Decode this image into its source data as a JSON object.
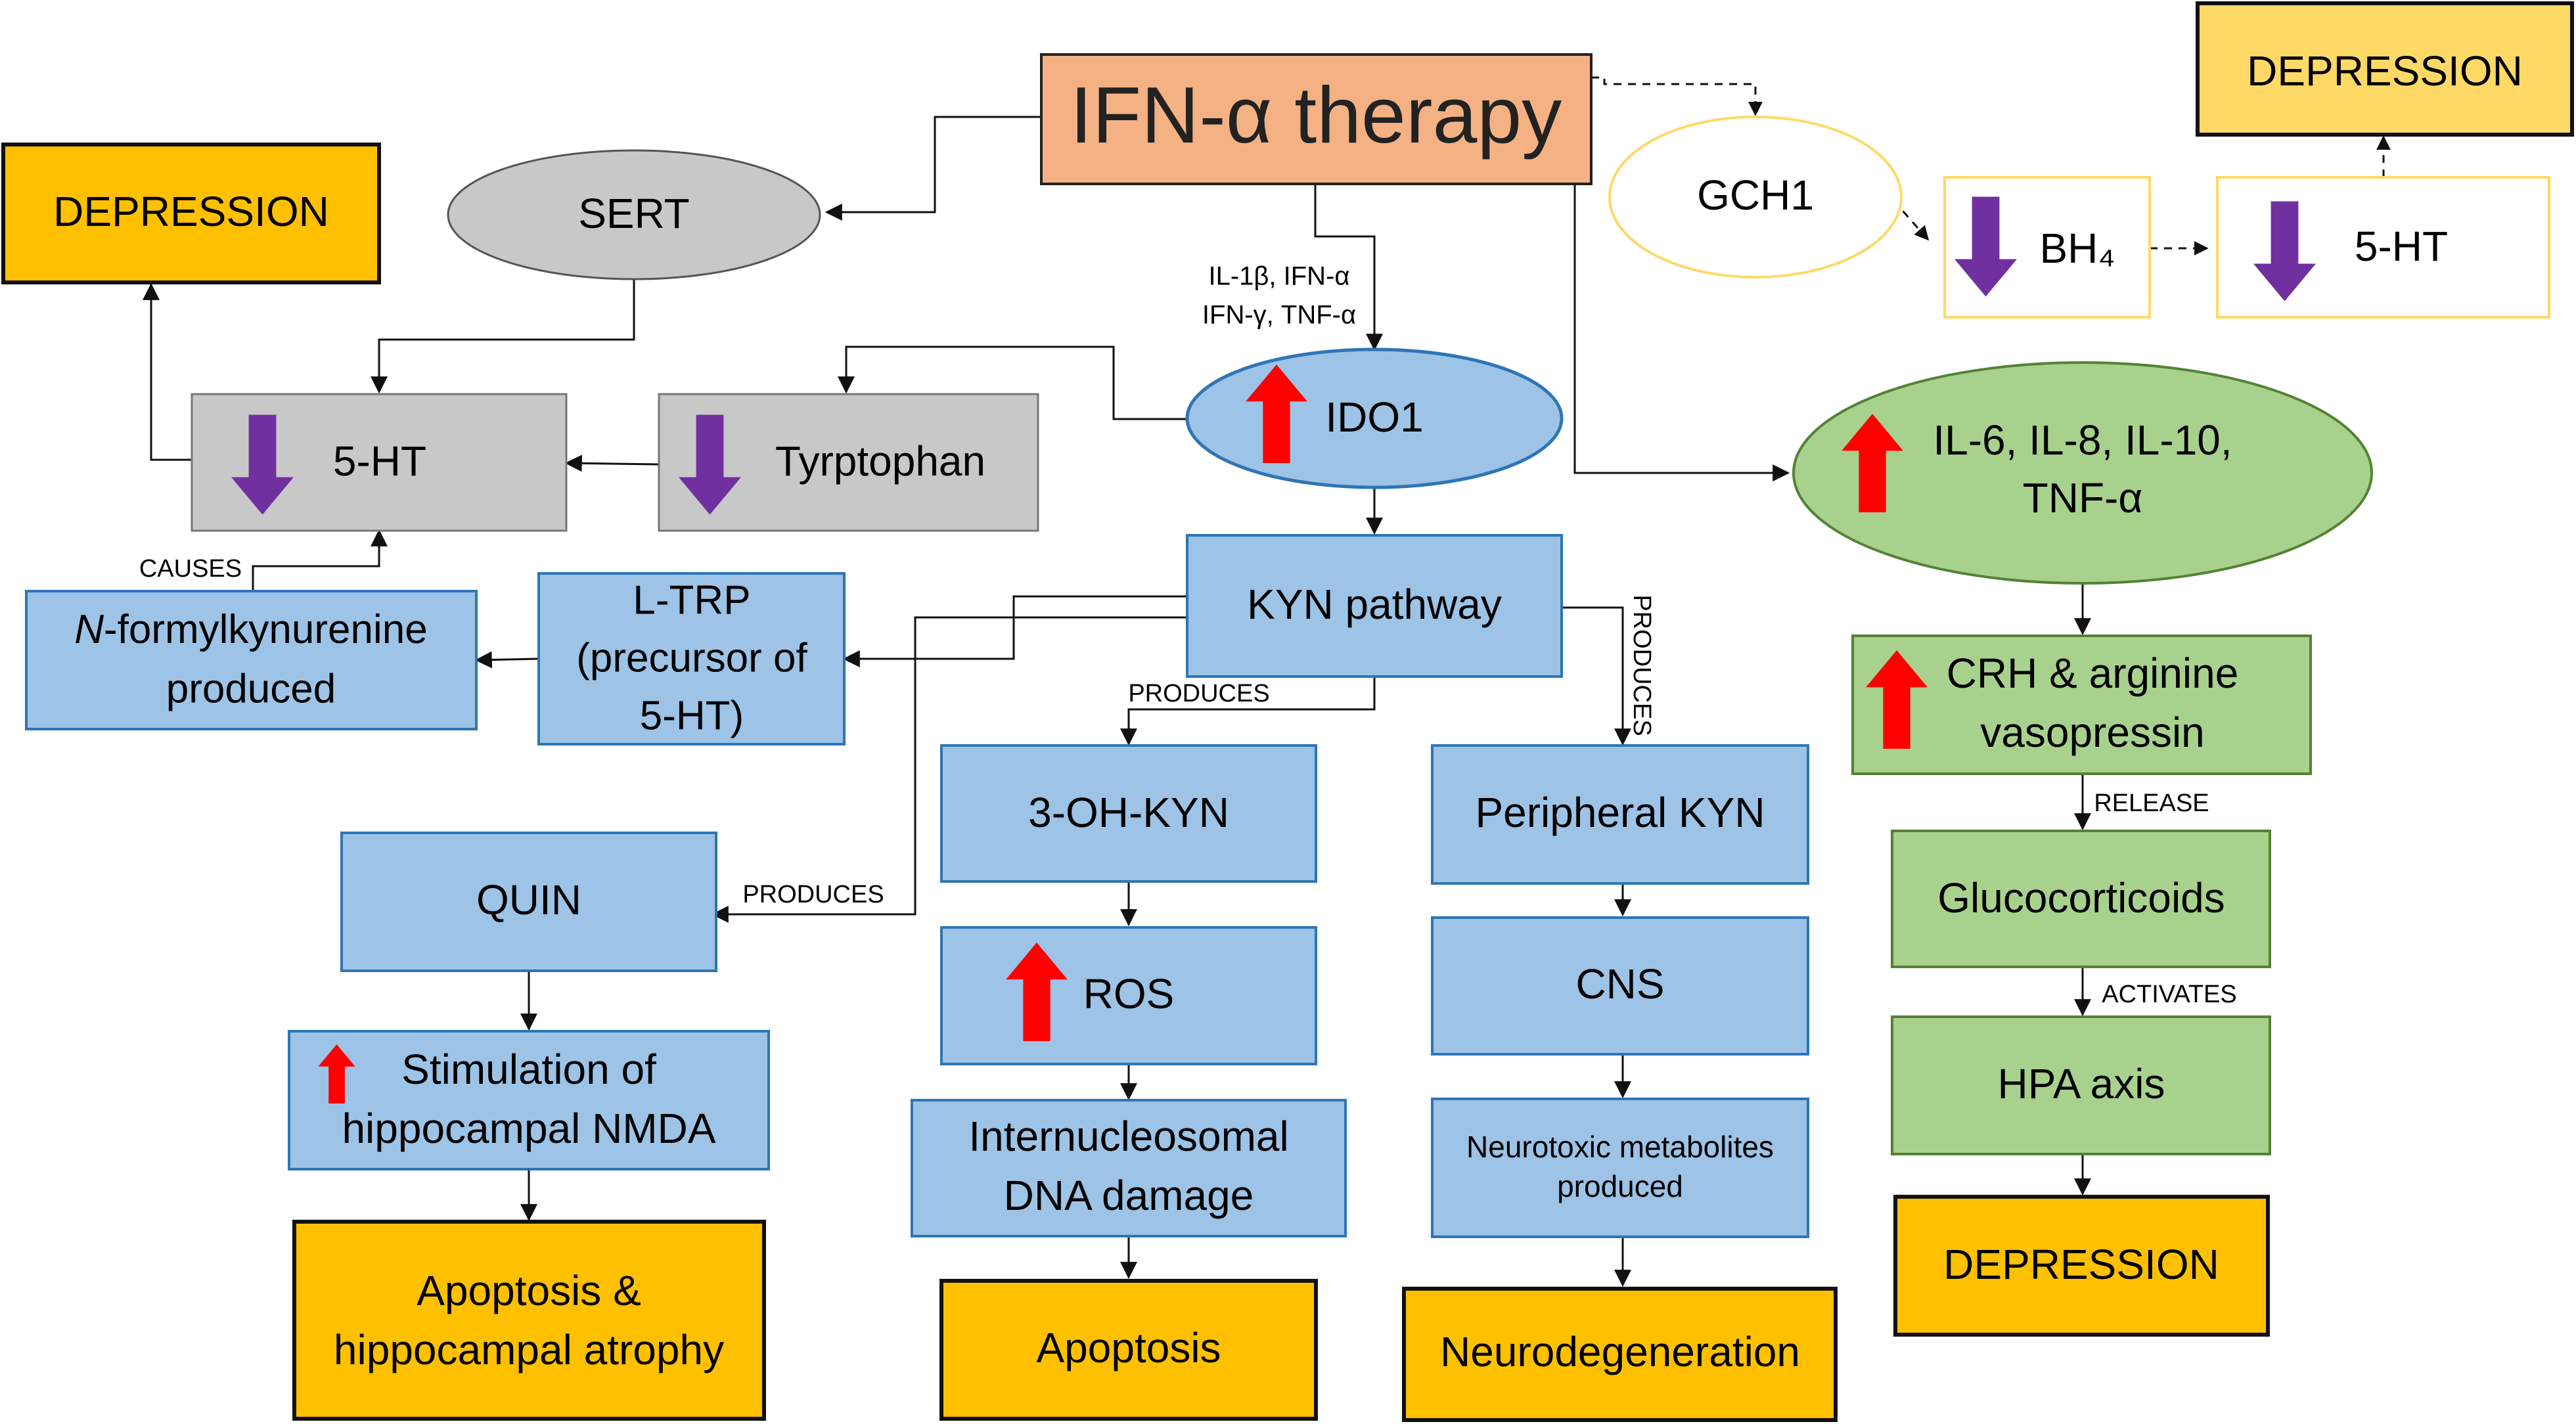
{
  "colors": {
    "blue_fill": "#9dc3e6",
    "blue_stroke": "#2e75b6",
    "gold_fill": "#ffc000",
    "gold_light": "#ffd966",
    "green_fill": "#a9d18e",
    "green_stroke": "#548235",
    "gray_fill": "#c8c8c8",
    "salmon_fill": "#f4b183",
    "arrow_up": "#ff0000",
    "arrow_down": "#7030a0"
  },
  "nodes": {
    "ifn_therapy": "IFN-α therapy",
    "sert": "SERT",
    "depression_left": "DEPRESSION",
    "ht_left": "5-HT",
    "tryptophan": "Tyrptophan",
    "ido1": "IDO1",
    "nformyl_line1": "N",
    "nformyl_line1b": "-formylkynurenine",
    "nformyl_line2": "produced",
    "ltrp_line1": "L-TRP",
    "ltrp_line2": "(precursor of",
    "ltrp_line3": "5-HT)",
    "kyn_pathway": "KYN pathway",
    "gch1": "GCH1",
    "bh4": "BH₄",
    "ht_right": "5-HT",
    "depression_top_right": "DEPRESSION",
    "cytokines_line1": "IL-6, IL-8, IL-10,",
    "cytokines_line2": "TNF-α",
    "crh_line1": "CRH & arginine",
    "crh_line2": "vasopressin",
    "glucocorticoids": "Glucocorticoids",
    "hpa_axis": "HPA axis",
    "depression_bottom_right": "DEPRESSION",
    "quin": "QUIN",
    "nmda_line1": "Stimulation of",
    "nmda_line2": "hippocampal NMDA",
    "apop_atrophy_line1": "Apoptosis &",
    "apop_atrophy_line2": "hippocampal atrophy",
    "oh_kyn": "3-OH-KYN",
    "ros": "ROS",
    "dna_line1": "Internucleosomal",
    "dna_line2": "DNA damage",
    "apoptosis": "Apoptosis",
    "peripheral_kyn": "Peripheral KYN",
    "cns": "CNS",
    "neurotoxic_line1": "Neurotoxic metabolites",
    "neurotoxic_line2": "produced",
    "neurodegeneration": "Neurodegeneration"
  },
  "edge_labels": {
    "cytokines_ido_line1": "IL-1β, IFN-α",
    "cytokines_ido_line2": "IFN-γ, TNF-α",
    "causes": "CAUSES",
    "produces_3ohkyn": "PRODUCES",
    "produces_quin": "PRODUCES",
    "produces_peripheral": "PRODUCES",
    "release": "RELEASE",
    "activates": "ACTIVATES"
  }
}
